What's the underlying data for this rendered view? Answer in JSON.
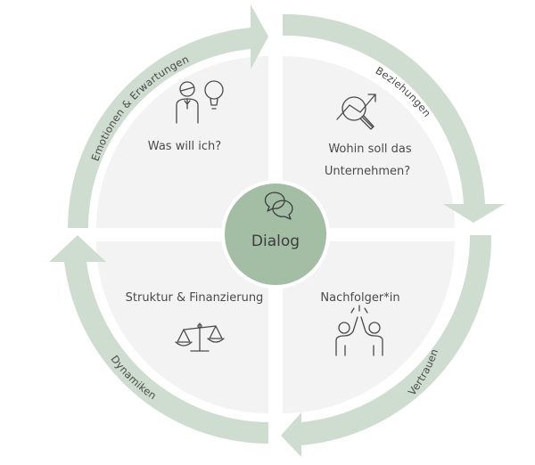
{
  "center": {
    "label": "Dialog",
    "icon": "chat-bubbles-icon"
  },
  "quadrants": [
    {
      "id": "top-left",
      "label": "Was will ich?",
      "icon": "person-idea-icon"
    },
    {
      "id": "top-right",
      "label_lines": [
        "Wohin soll das",
        "Unternehmen?"
      ],
      "icon": "chart-magnifier-icon"
    },
    {
      "id": "bottom-left",
      "label": "Struktur & Finanzierung",
      "icon": "balance-scale-icon"
    },
    {
      "id": "bottom-right",
      "label": "Nachfolger*in",
      "icon": "high-five-icon"
    }
  ],
  "arcs": [
    {
      "id": "top-left",
      "label": "Emotionen & Erwartungen"
    },
    {
      "id": "top-right",
      "label": "Beziehungen"
    },
    {
      "id": "bottom-right",
      "label": "Vertrauen"
    },
    {
      "id": "bottom-left",
      "label": "Dynamiken"
    }
  ],
  "colors": {
    "arc": "#cfdcd0",
    "center": "#a3bea4",
    "center_ring": "#ffffff",
    "quadrant": "#f3f3f3",
    "text": "#4a4a4a"
  }
}
